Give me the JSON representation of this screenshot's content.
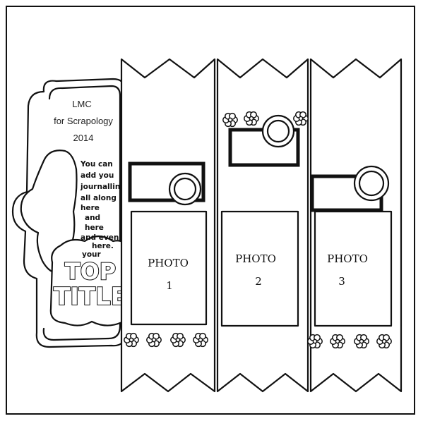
{
  "credit": {
    "line1": "LMC",
    "line2": "for Scrapology",
    "line3": "2014"
  },
  "journal": {
    "lines": [
      "You can",
      "add you",
      "journalling",
      "all along",
      "here",
      "and",
      "here",
      "and even",
      "here.",
      "your"
    ]
  },
  "title": {
    "line1": "TOP",
    "line2": "TITLE"
  },
  "photos": [
    {
      "word": "PHOTO",
      "number": "1"
    },
    {
      "word": "PHOTO",
      "number": "2"
    },
    {
      "word": "PHOTO",
      "number": "3"
    }
  ],
  "colors": {
    "ink": "#111111",
    "paper": "#ffffff"
  }
}
